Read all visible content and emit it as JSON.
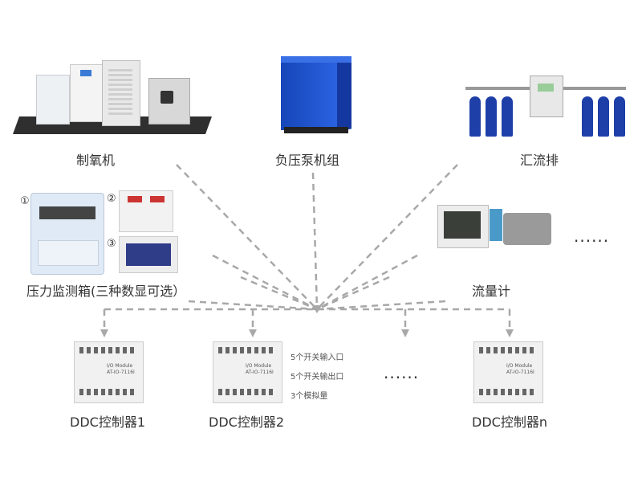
{
  "sources": {
    "oxygen_generator": "制氧机",
    "vacuum_pump_unit": "负压泵机组",
    "manifold": "汇流排",
    "pressure_box": "压力监测箱(三种数显可选）",
    "flowmeter": "流量计",
    "more_ellipsis": "......"
  },
  "display_options": [
    "①",
    "②",
    "③"
  ],
  "controllers": [
    {
      "label": "DDC控制器1"
    },
    {
      "label": "DDC控制器2"
    },
    {
      "label": "DDC控制器n"
    }
  ],
  "controller_ellipsis": "......",
  "module_text": {
    "title": "I/O Module",
    "model": "AT-IO-7116I"
  },
  "specs": [
    "5个开关输入口",
    "5个开关输出口",
    "3个模拟量"
  ],
  "colors": {
    "dashed_line": "#a8a8a8",
    "cylinder_blue": "#1f3fa8",
    "pump_blue": "#1a4fd0"
  }
}
